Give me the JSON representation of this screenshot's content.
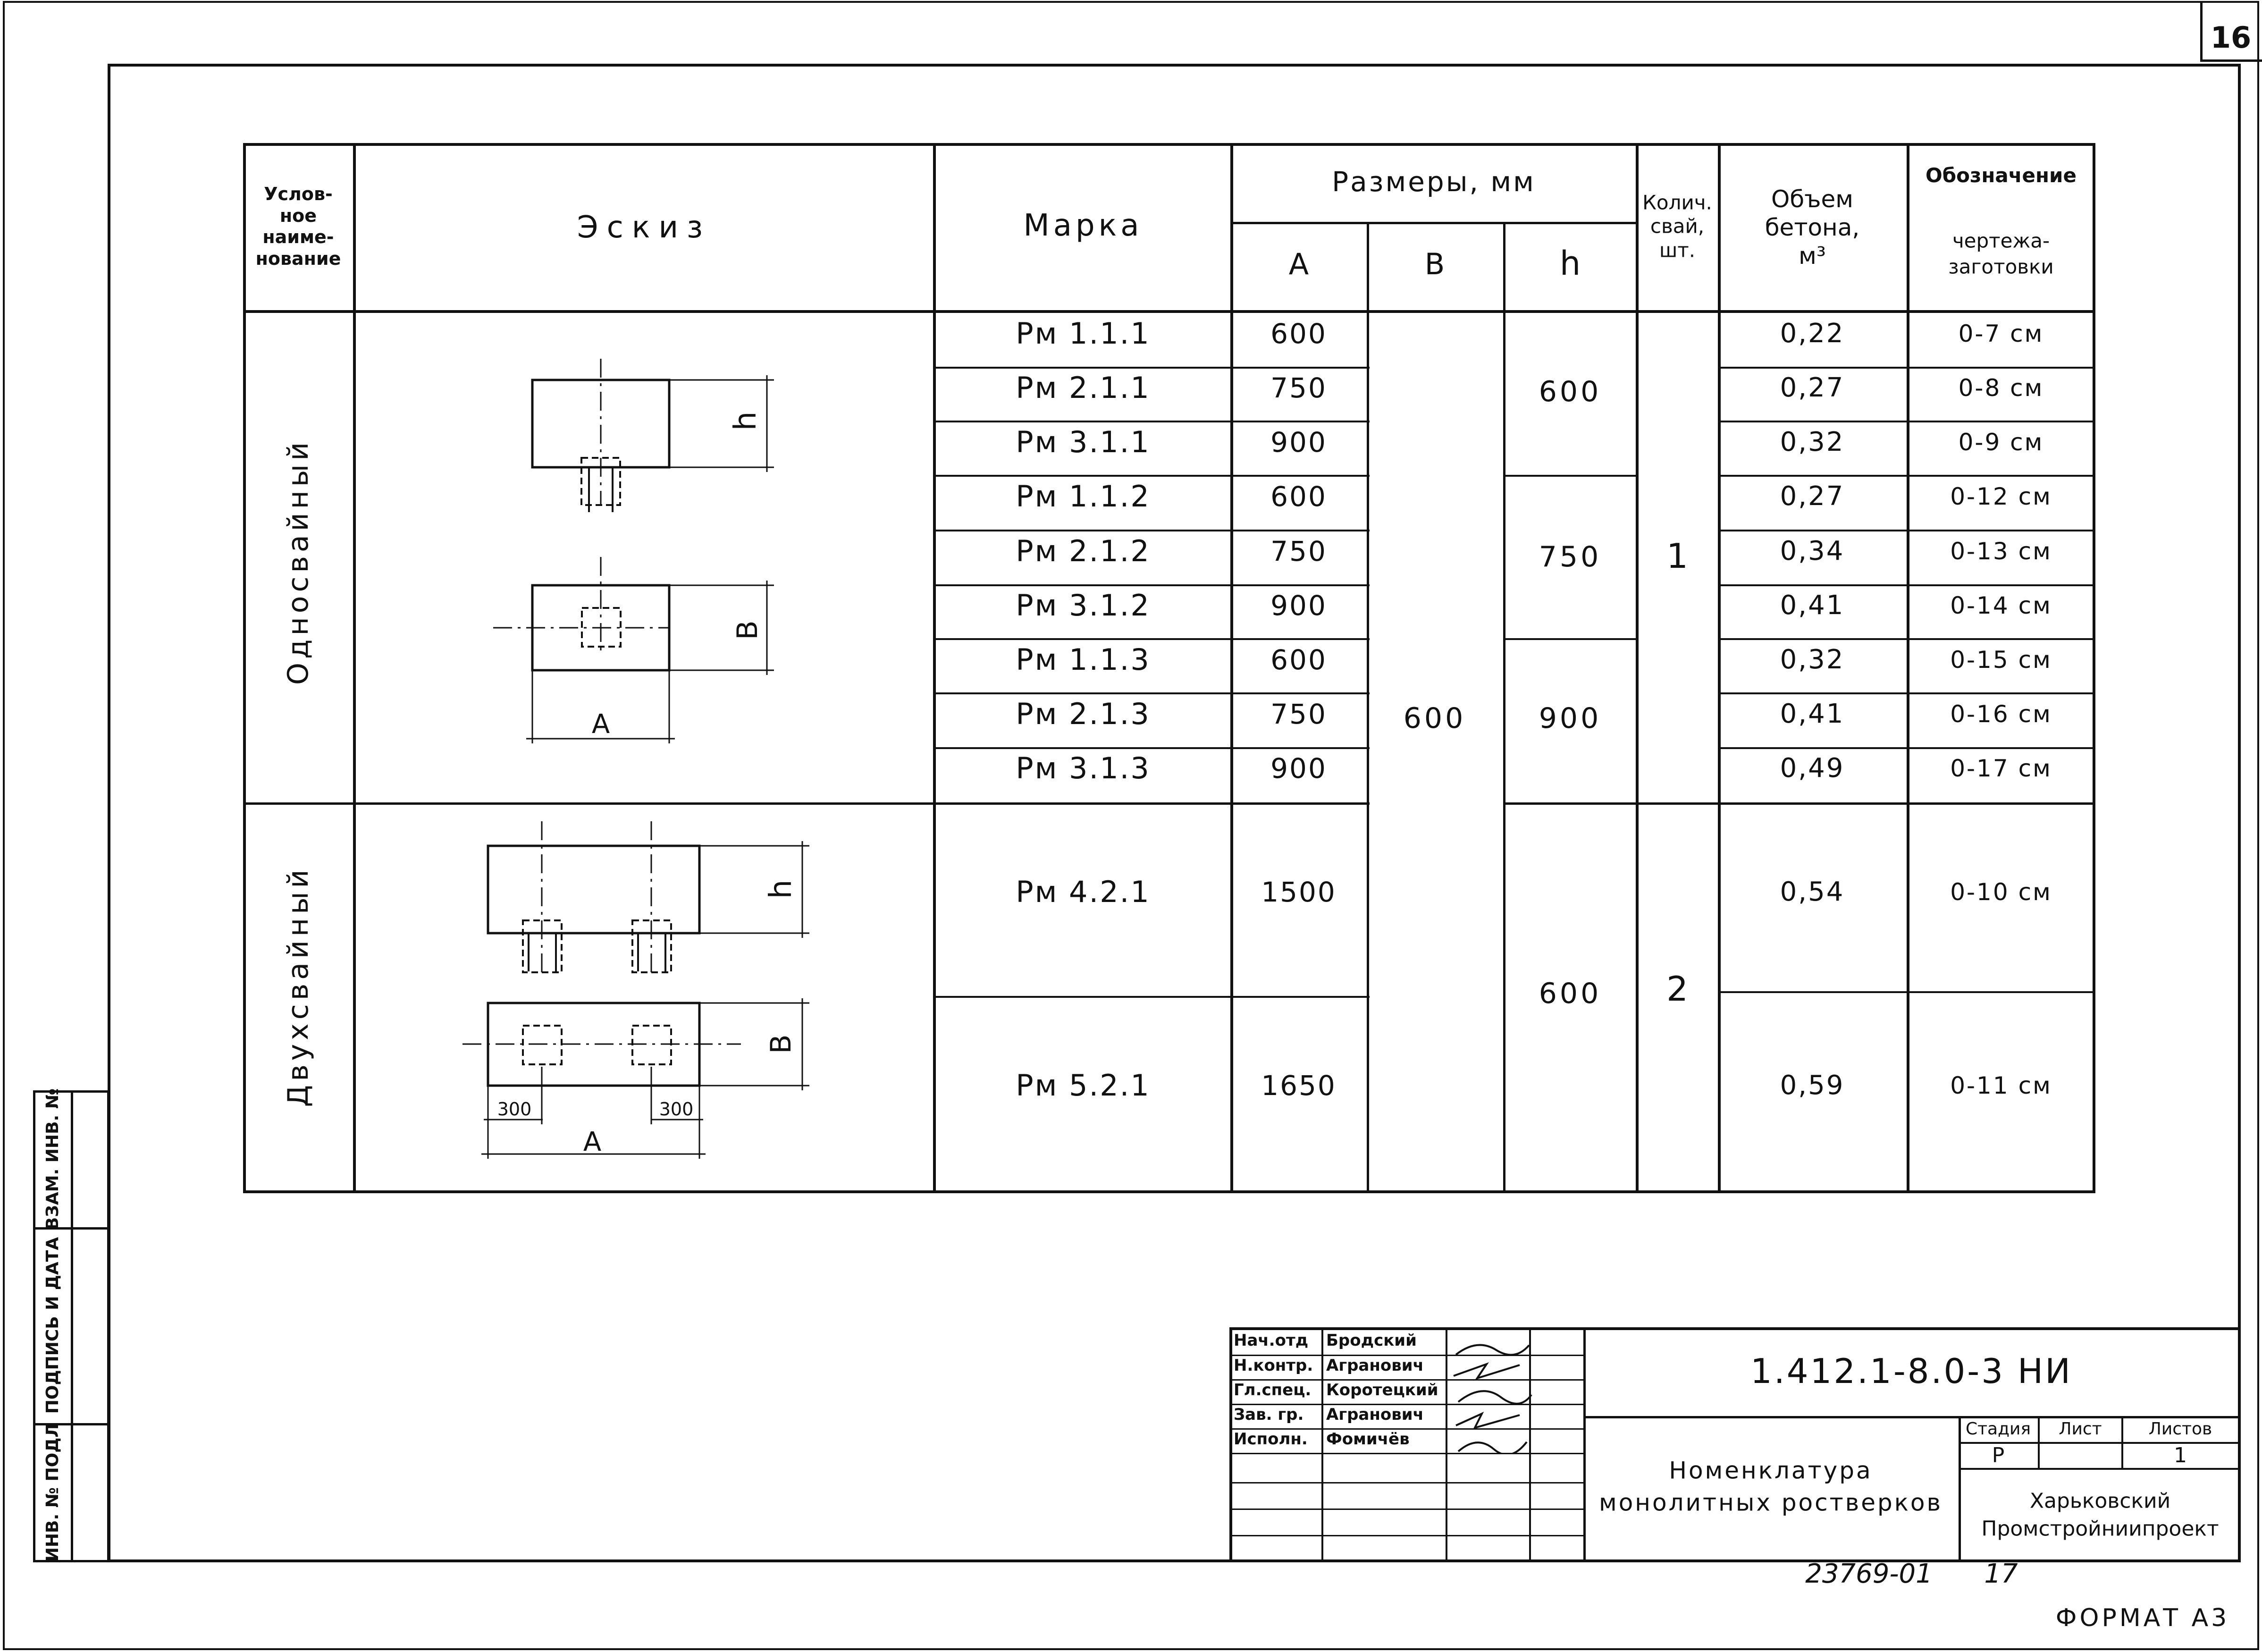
{
  "page": {
    "sheet_number": "16",
    "format_label": "ФОРМАТ А3",
    "archive_number": "23769-01",
    "archive_page": "17"
  },
  "side_stamp": {
    "cells": [
      "ИНВ. № ПОДЛ",
      "ПОДПИСЬ И ДАТА",
      "ВЗАМ. ИНВ. №"
    ]
  },
  "table": {
    "headers": {
      "name": "Услов-\nное\nнаиме-\nнование",
      "sketch": "Эскиз",
      "mark": "Марка",
      "dims": "Размеры, мм",
      "dim_a": "А",
      "dim_b": "В",
      "dim_h": "h",
      "piles": "Колич.\nсвай,\nшт.",
      "volume": "Объем\nбетона,\nм³",
      "designation_top": "Обозначение",
      "designation_bottom": "чертежа-\nзаготовки"
    },
    "groups": [
      {
        "name": "Односвайный",
        "piles": "1"
      },
      {
        "name": "Двухсвайный",
        "piles": "2"
      }
    ],
    "rows": [
      {
        "mark": "Рм 1.1.1",
        "a": "600",
        "volume": "0,22",
        "designation": "0-7 см"
      },
      {
        "mark": "Рм 2.1.1",
        "a": "750",
        "volume": "0,27",
        "designation": "0-8 см"
      },
      {
        "mark": "Рм 3.1.1",
        "a": "900",
        "volume": "0,32",
        "designation": "0-9 см"
      },
      {
        "mark": "Рм 1.1.2",
        "a": "600",
        "volume": "0,27",
        "designation": "0-12 см"
      },
      {
        "mark": "Рм 2.1.2",
        "a": "750",
        "volume": "0,34",
        "designation": "0-13 см"
      },
      {
        "mark": "Рм 3.1.2",
        "a": "900",
        "volume": "0,41",
        "designation": "0-14 см"
      },
      {
        "mark": "Рм 1.1.3",
        "a": "600",
        "volume": "0,32",
        "designation": "0-15 см"
      },
      {
        "mark": "Рм 2.1.3",
        "a": "750",
        "volume": "0,41",
        "designation": "0-16 см"
      },
      {
        "mark": "Рм 3.1.3",
        "a": "900",
        "volume": "0,49",
        "designation": "0-17 см"
      },
      {
        "mark": "Рм 4.2.1",
        "a": "1500",
        "volume": "0,54",
        "designation": "0-10 см"
      },
      {
        "mark": "Рм 5.2.1",
        "a": "1650",
        "volume": "0,59",
        "designation": "0-11 см"
      }
    ],
    "merged": {
      "b_all": "600",
      "h_group1": "600",
      "h_group2": "750",
      "h_group3": "900",
      "h_group4": "600"
    },
    "sketch_labels": {
      "h": "h",
      "b": "B",
      "a": "A",
      "offset": "300"
    }
  },
  "title_block": {
    "roles": [
      "Нач.отд",
      "Н.контр.",
      "Гл.спец.",
      "Зав. гр.",
      "Исполн."
    ],
    "names": [
      "Бродский",
      "Агранович",
      "Коротецкий",
      "Агранович",
      "Фомичёв"
    ],
    "code": "1.412.1-8.0-3 НИ",
    "title": "Номенклатура\nмонолитных ростверков",
    "stage_label": "Стадия",
    "sheet_label": "Лист",
    "sheets_label": "Листов",
    "stage": "Р",
    "sheet": "",
    "sheets": "1",
    "org": "Харьковский\nПромстройниипроект"
  }
}
